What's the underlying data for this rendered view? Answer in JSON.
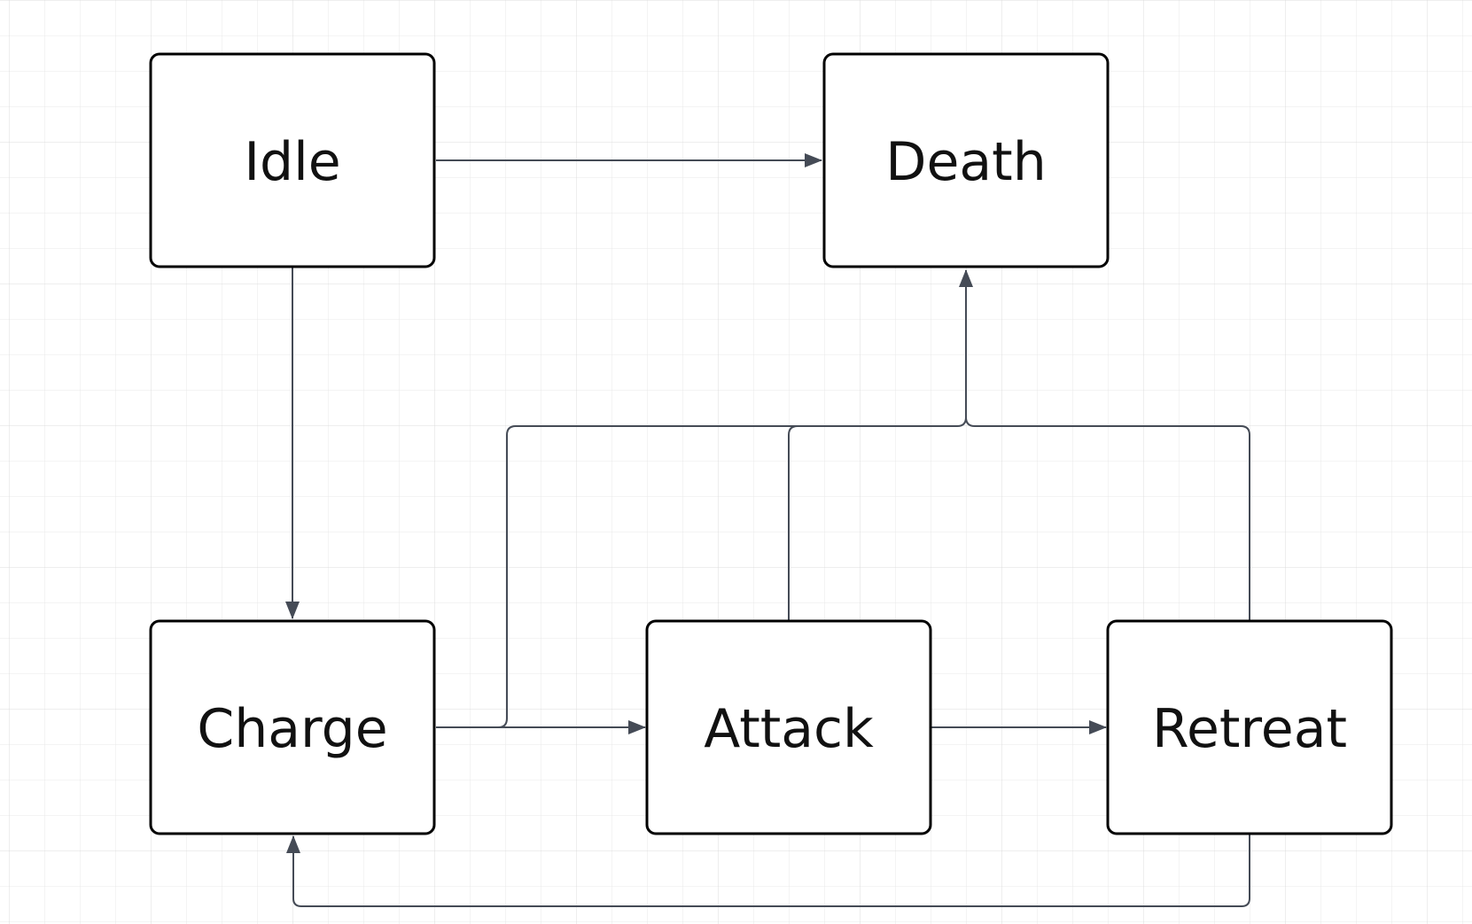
{
  "diagram": {
    "type": "state-machine",
    "nodes": [
      {
        "id": "idle",
        "label": "Idle"
      },
      {
        "id": "death",
        "label": "Death"
      },
      {
        "id": "charge",
        "label": "Charge"
      },
      {
        "id": "attack",
        "label": "Attack"
      },
      {
        "id": "retreat",
        "label": "Retreat"
      }
    ],
    "edges": [
      {
        "from": "idle",
        "to": "death"
      },
      {
        "from": "idle",
        "to": "charge"
      },
      {
        "from": "charge",
        "to": "attack"
      },
      {
        "from": "attack",
        "to": "retreat"
      },
      {
        "from": "retreat",
        "to": "charge"
      },
      {
        "from": "charge",
        "to": "death"
      },
      {
        "from": "attack",
        "to": "death"
      },
      {
        "from": "retreat",
        "to": "death"
      }
    ],
    "colors": {
      "background": "#ffffff",
      "grid": "#e6e6e6",
      "node_border": "#000000",
      "edge": "#454b56",
      "text": "#111111"
    }
  }
}
